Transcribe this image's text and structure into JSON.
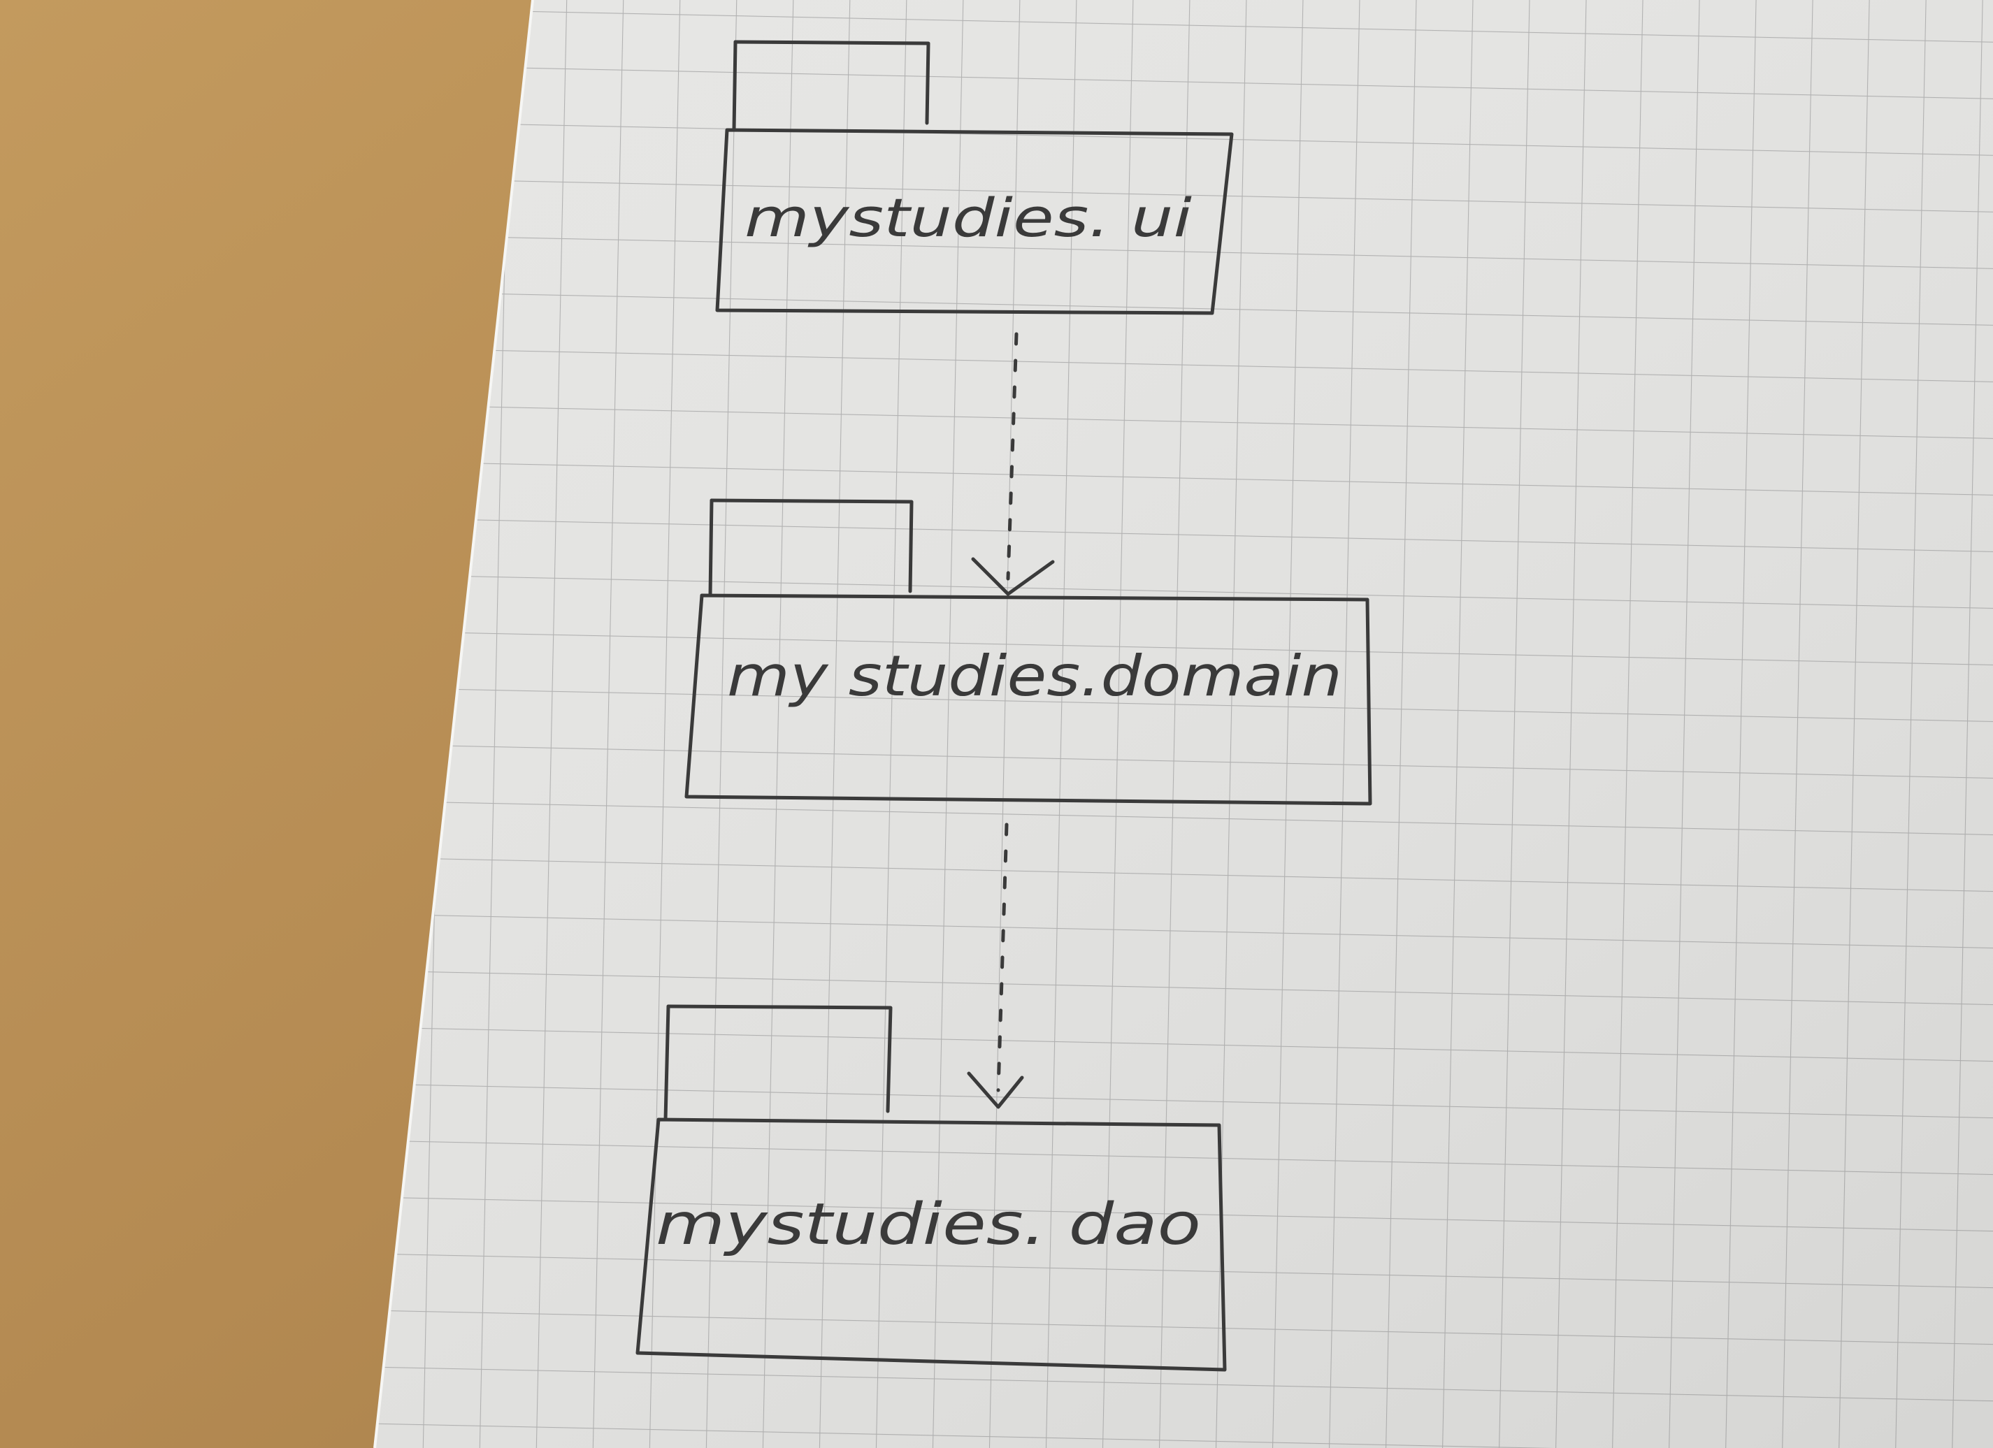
{
  "colors": {
    "desk": "#b8925a",
    "paper": "#e6e6e4",
    "grid": "#b4b4b4",
    "pencil": "#3a3a3a"
  },
  "packages": [
    {
      "label": "mystudies. ui"
    },
    {
      "label": "my studies.domain"
    },
    {
      "label": "mystudies. dao"
    }
  ],
  "dependencies": [
    {
      "from": "mystudies. ui",
      "to": "my studies.domain",
      "style": "dashed"
    },
    {
      "from": "my studies.domain",
      "to": "mystudies. dao",
      "style": "dashed"
    }
  ]
}
